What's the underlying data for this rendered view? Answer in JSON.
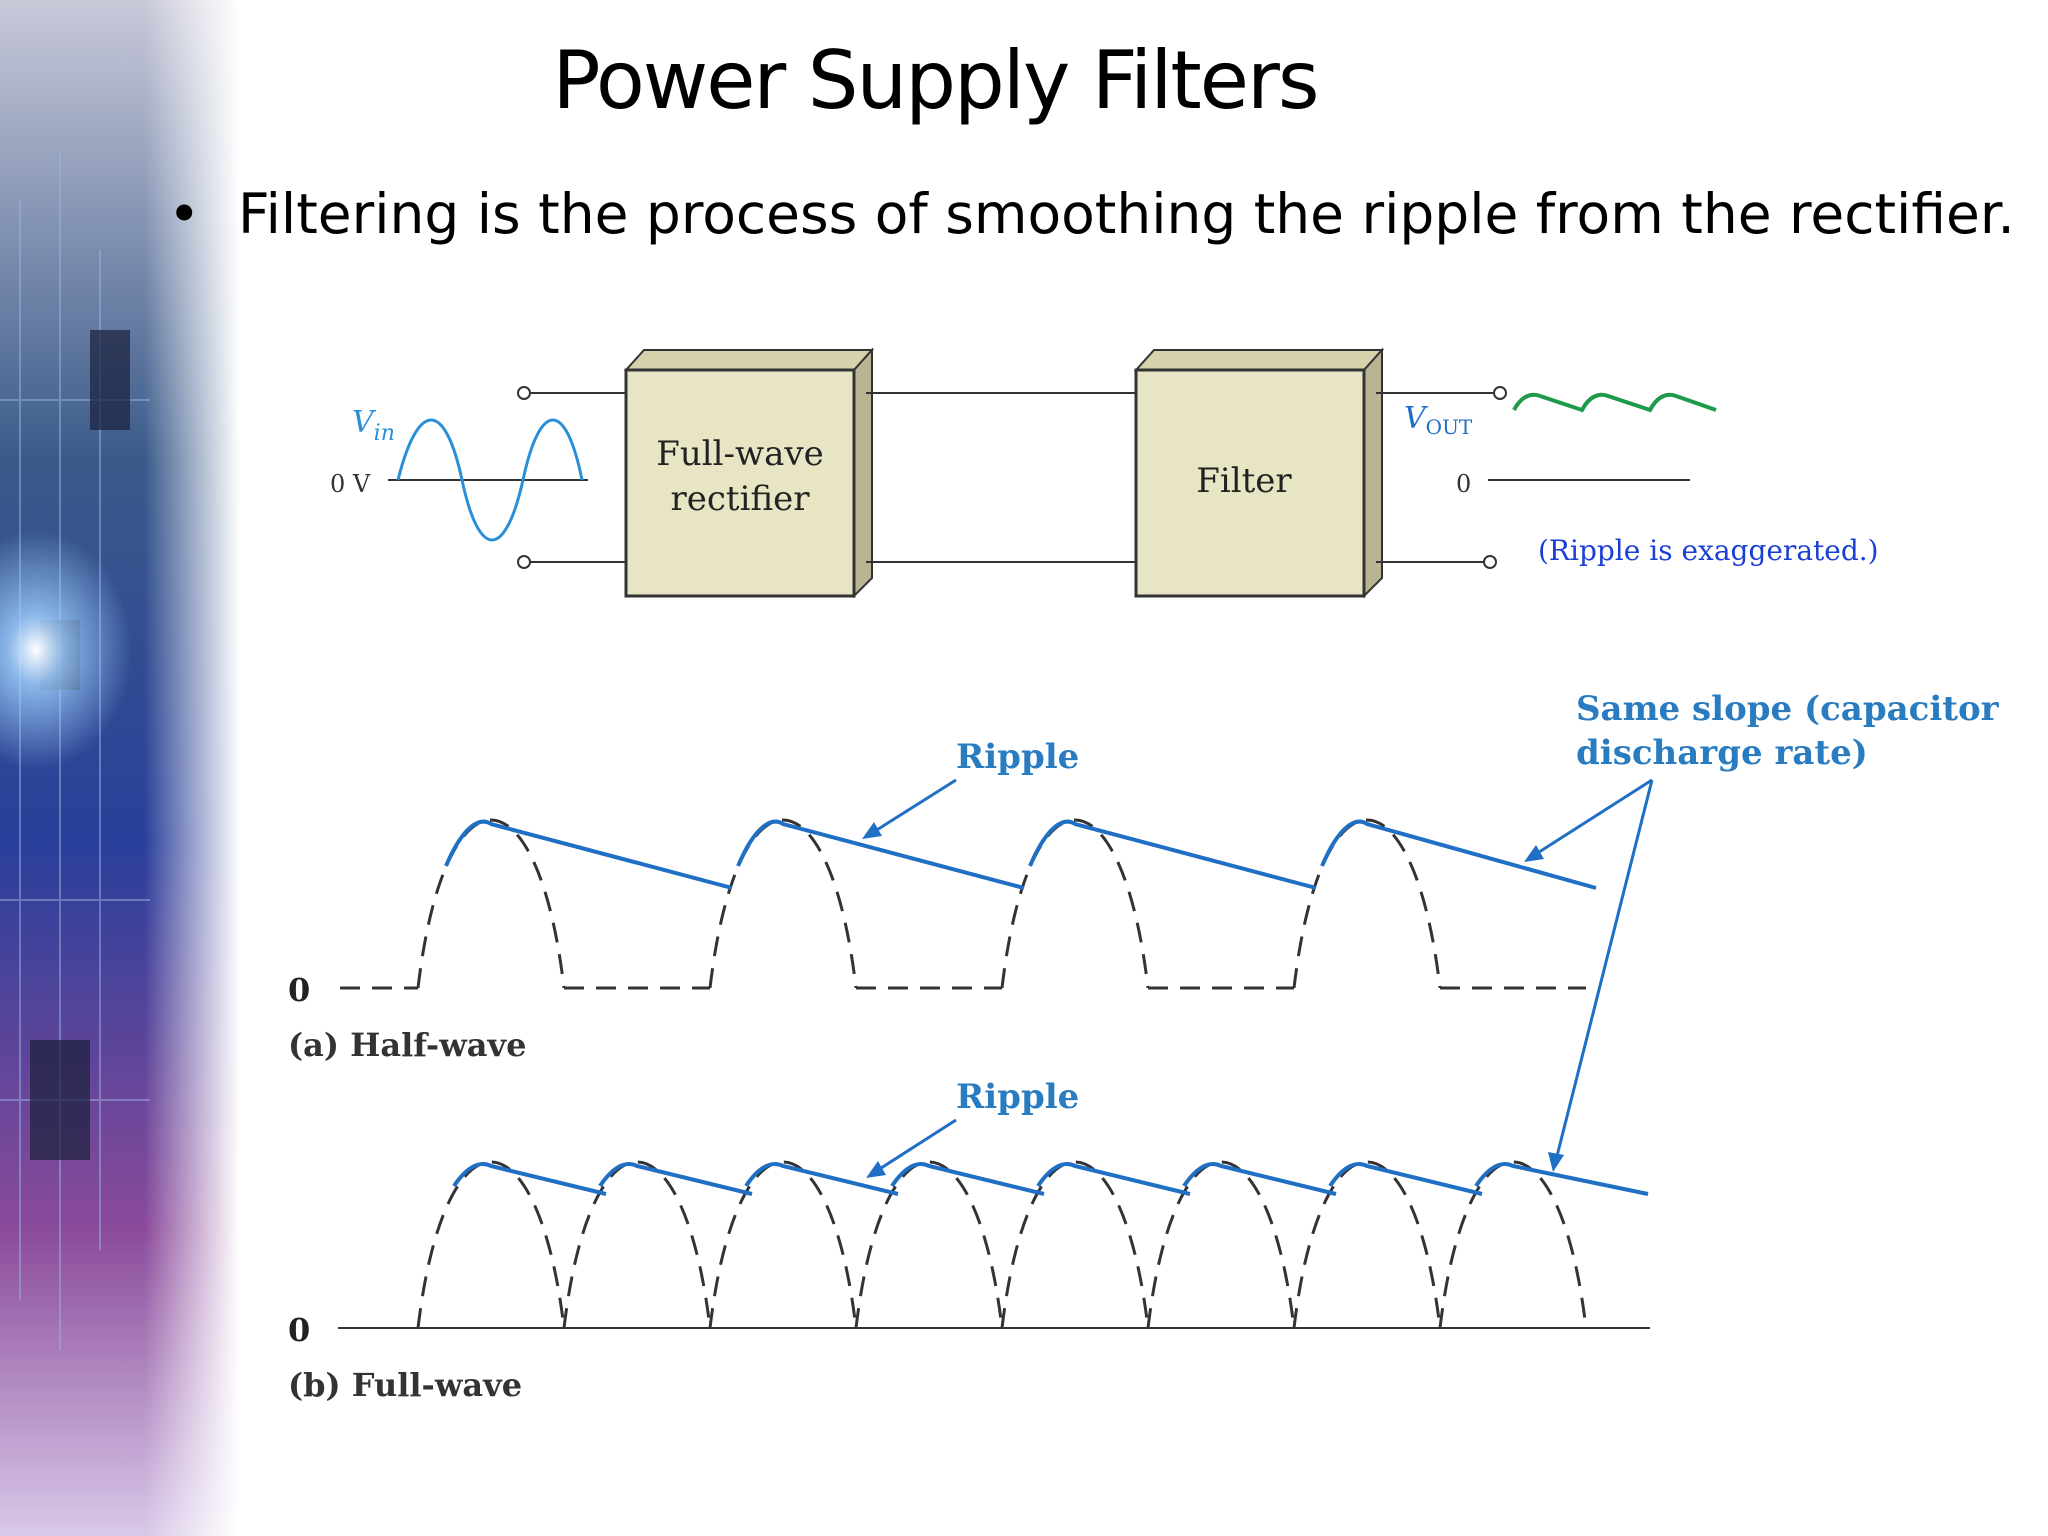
{
  "slide": {
    "title": "Power Supply Filters",
    "bullet_symbol": "•",
    "bullet_text": "Filtering is the process of smoothing the ripple from the rectifier."
  },
  "block_diagram": {
    "vin_label": "V",
    "vin_sub": "in",
    "zero_v_label": "0 V",
    "rectifier_line1": "Full-wave",
    "rectifier_line2": "rectifier",
    "filter_label": "Filter",
    "vout_label": "V",
    "vout_sub": "OUT",
    "zero_label": "0",
    "ripple_note": "(Ripple is exaggerated.)"
  },
  "waveforms": {
    "ripple_label_a": "Ripple",
    "ripple_label_b": "Ripple",
    "same_slope_line1": "Same slope (capacitor",
    "same_slope_line2": "discharge rate)",
    "zero_a": "0",
    "zero_b": "0",
    "caption_a": "(a) Half-wave",
    "caption_b": "(b) Full-wave"
  },
  "colors": {
    "accent_blue": "#1f6fc4",
    "input_wave": "#2a8fd8",
    "output_wave": "#1e9a4a",
    "note_blue": "#1a3fd6",
    "label_blue": "#2a7cc0",
    "box_fill": "#e8e5c4",
    "box_side": "#b9b594"
  }
}
